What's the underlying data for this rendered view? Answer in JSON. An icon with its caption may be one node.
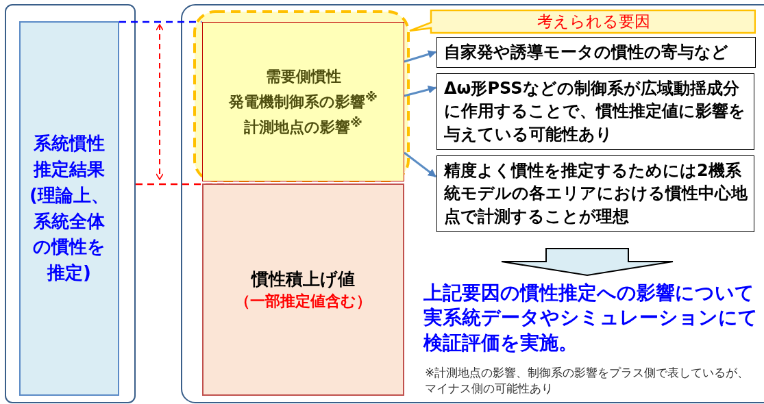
{
  "diagram": {
    "nodes": [
      {
        "text": [
          "系統慣性推定結果(理論上、系統全体の慣性を推定)"
        ]
      },
      {
        "text": [
          "需要側慣性",
          "発電機制御系の影響$^{※}$",
          "計測地点の影響$^{※}$"
        ]
      },
      {
        "text": [
          "慣性積上げ値",
          "（一部推定値含む）"
        ]
      },
      {
        "text": [
          "考えられる要因"
        ]
      },
      {
        "text": [
          "自家発や誘導モータの慣性の寄与など"
        ]
      },
      {
        "text": [
          "Δω形PSSなどの制御系が広域動揺成分に作用することで、慣性推定値に影響を与えている可能性あり"
        ]
      },
      {
        "text": [
          "精度よく慣性を推定するためには2機系統モデルの各エリアにおける慣性中心地点で計測することが理想"
        ]
      },
      {
        "text": [
          "上記要因の慣性推定への影響について実系統データやシミュレーションにて検証評価を実施。"
        ]
      }
    ],
    "edges": [
      {
        "from": 1,
        "to": 4,
        "arrow": "to"
      },
      {
        "from": 1,
        "to": 5,
        "arrow": "to"
      },
      {
        "from": 1,
        "to": 6,
        "arrow": "to"
      },
      {
        "from": 6,
        "to": 7,
        "arrow": "to"
      },
      {
        "from": 0,
        "to": 1,
        "arrow": "none",
        "style": "dashed",
        "color": "#0000ff"
      }
    ],
    "labels": [
      "※計測地点の影響、制御系の影響をプラス側で表しているが、マイナス側の可能性あり"
    ]
  }
}
